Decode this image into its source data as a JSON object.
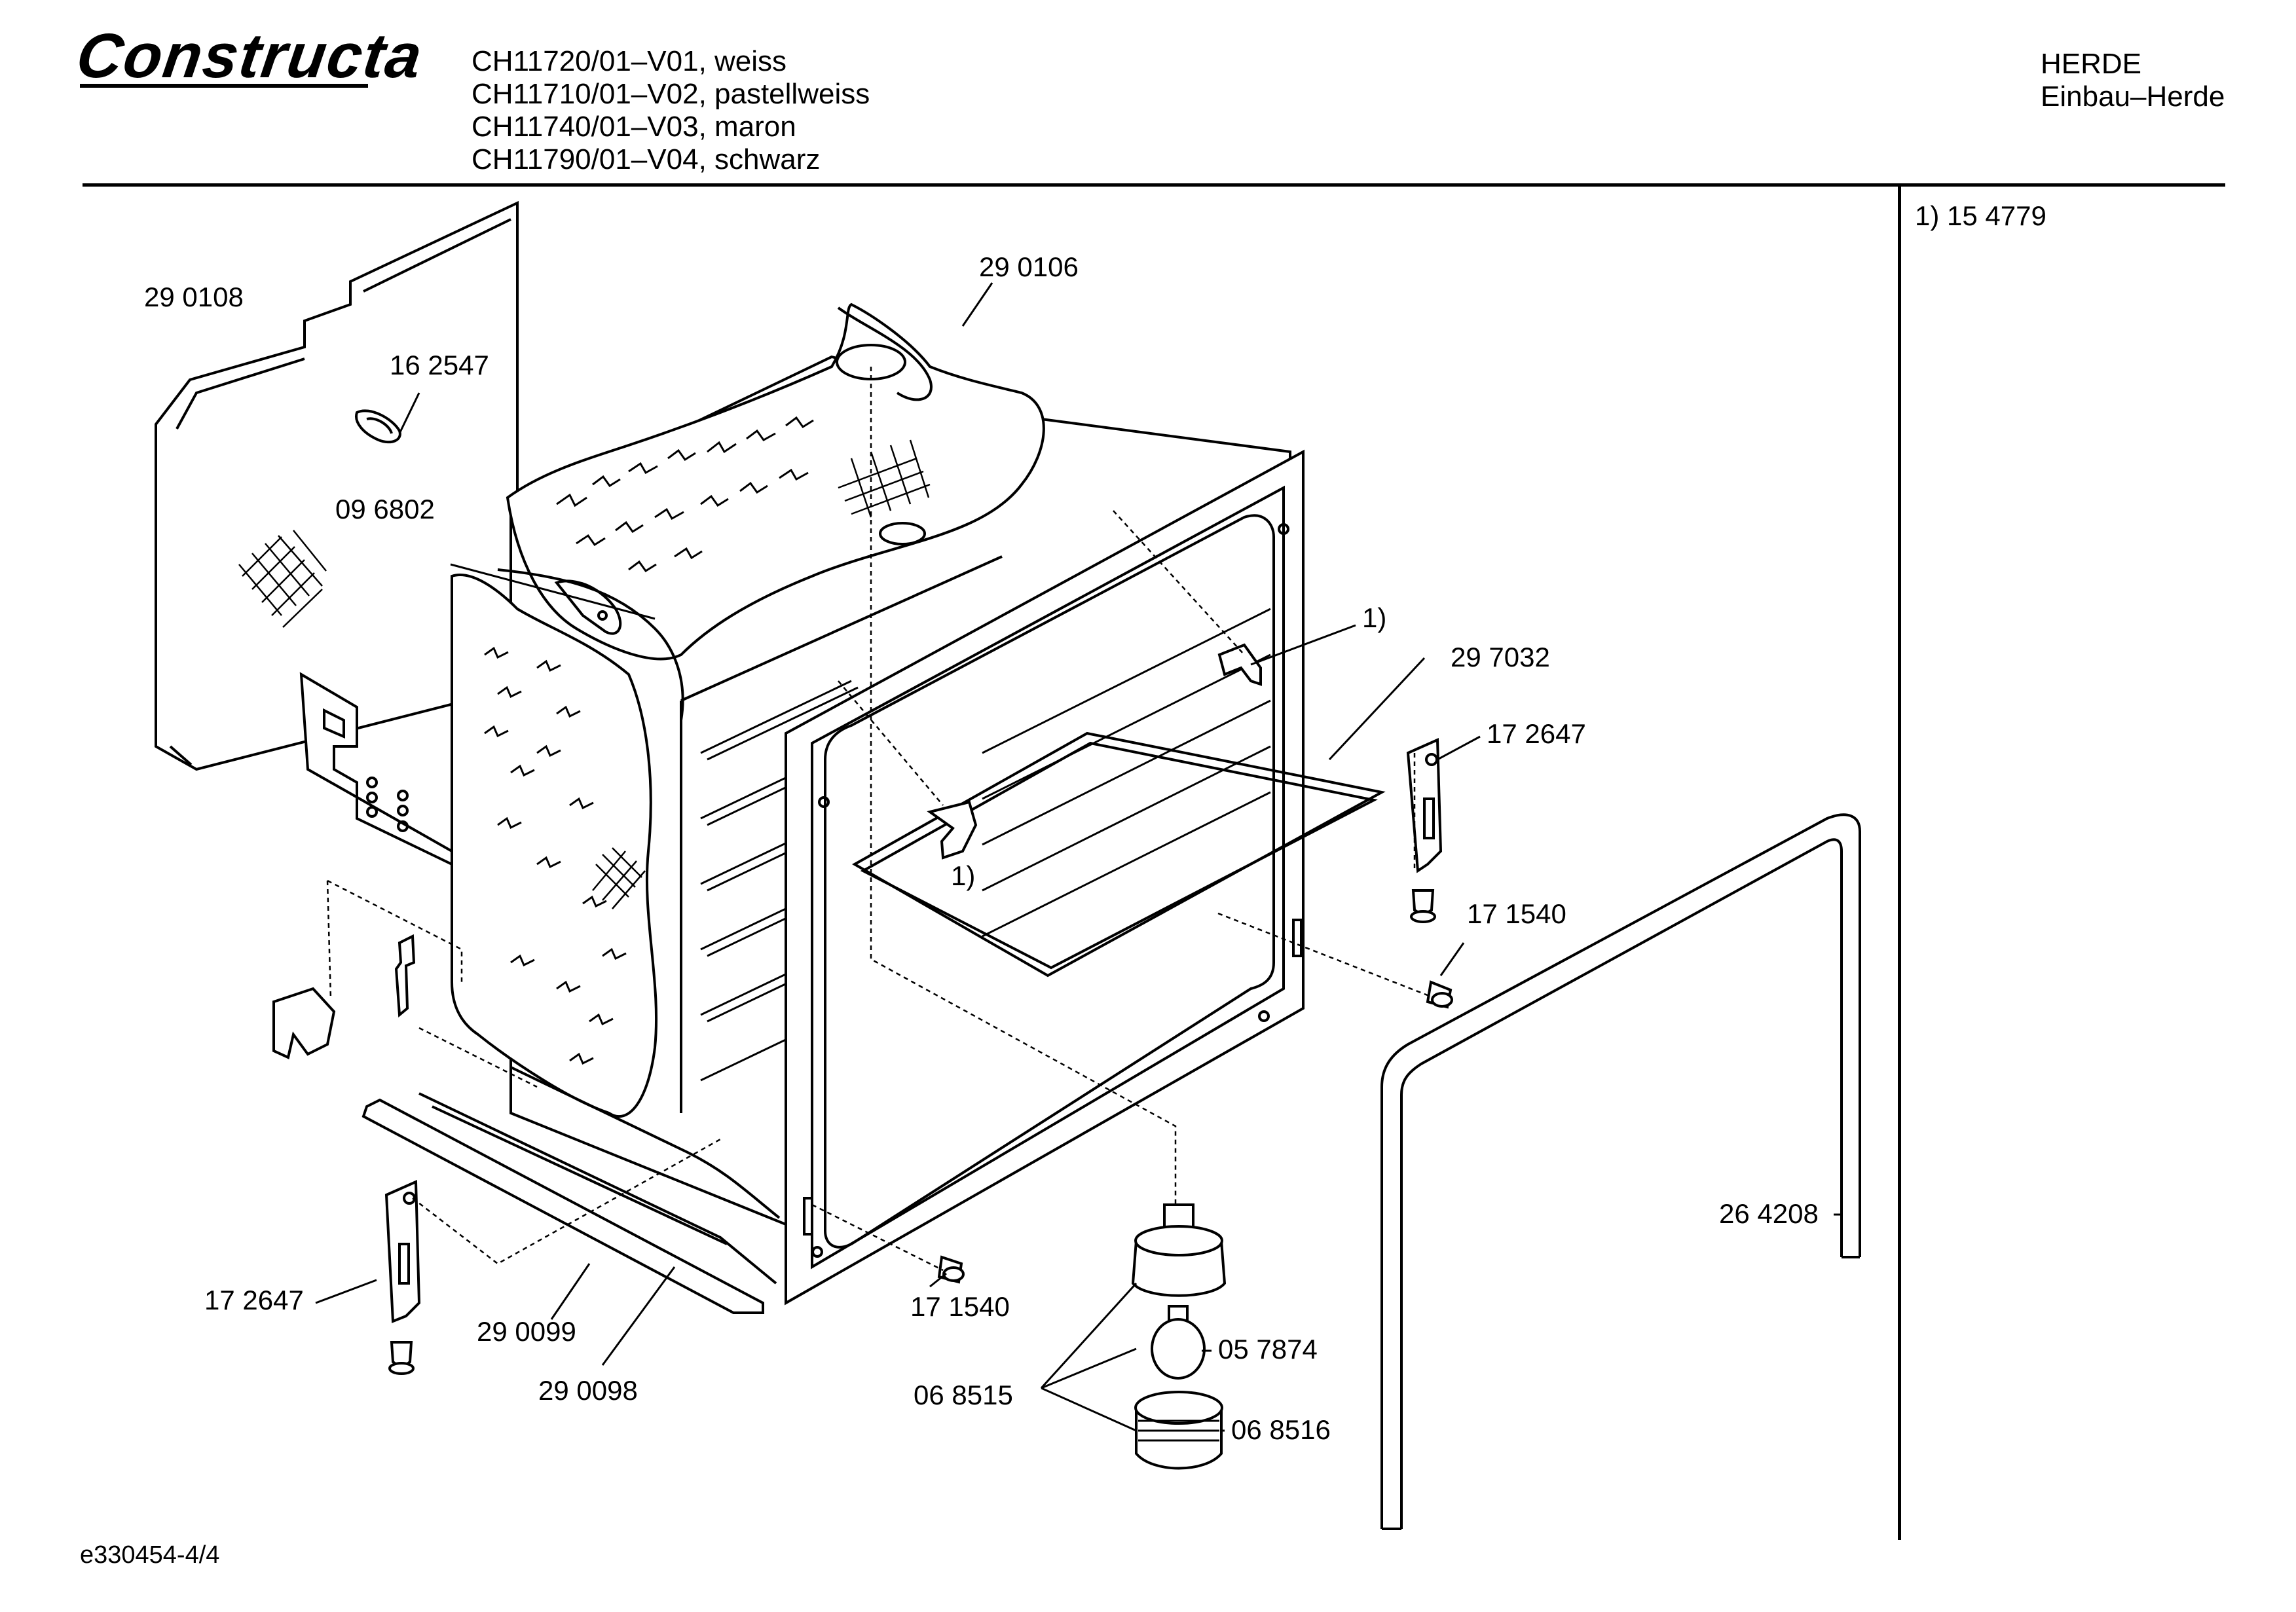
{
  "header": {
    "brand": "Constructa",
    "variants": [
      "CH11720/01–V01, weiss",
      "CH11710/01–V02, pastellweiss",
      "CH11740/01–V03, maron",
      "CH11790/01–V04, schwarz"
    ],
    "category": "HERDE",
    "subcategory": "Einbau–Herde"
  },
  "notes": {
    "n1": "1)  15 4779"
  },
  "parts": {
    "p290108": "29 0108",
    "p162547": "16 2547",
    "p096802": "09 6802",
    "p290106": "29 0106",
    "p1_top": "1)",
    "p297032": "29 7032",
    "p172647_r": "17 2647",
    "p1_mid": "1)",
    "p171540_r": "17 1540",
    "p264208": "26 4208",
    "p172647_l": "17 2647",
    "p290099": "29 0099",
    "p290098": "29 0098",
    "p171540_b": "17 1540",
    "p057874": "05 7874",
    "p068515": "06 8515",
    "p068516": "06 8516"
  },
  "footer": {
    "drawing_id": "e330454-4/4"
  }
}
